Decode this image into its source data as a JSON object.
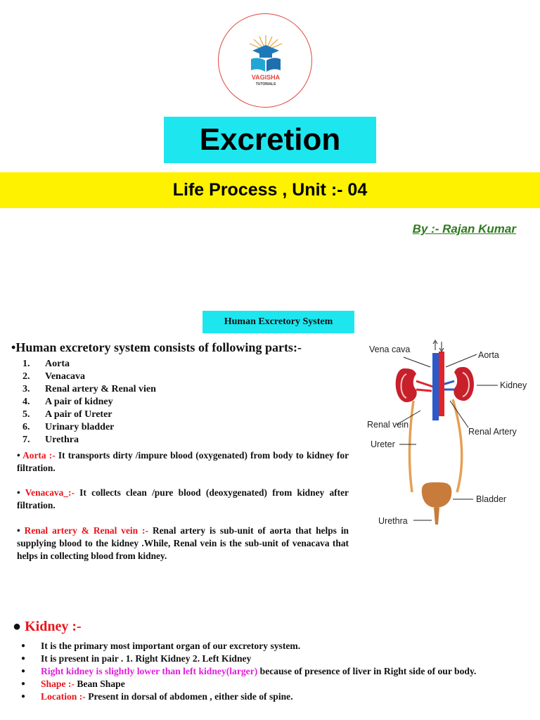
{
  "logo": {
    "brand": "VAGISHA",
    "sub": "TUTORIALS"
  },
  "title": "Excretion",
  "subtitle": "Life Process  , Unit :- 04",
  "author": "By :- Rajan Kumar",
  "section_label": "Human Excretory System",
  "intro": "Human excretory system consists of following parts:-",
  "parts": [
    {
      "num": "1.",
      "text": "Aorta"
    },
    {
      "num": "2.",
      "text": "Venacava"
    },
    {
      "num": "3.",
      "text": "Renal artery & Renal vien"
    },
    {
      "num": "4.",
      "text": "A pair of kidney"
    },
    {
      "num": "5.",
      "text": "A pair of Ureter"
    },
    {
      "num": "6.",
      "text": "Urinary bladder"
    },
    {
      "num": "7.",
      "text": "Urethra"
    }
  ],
  "descriptions": {
    "aorta": {
      "label": "Aorta :-",
      "text": " It transports dirty /impure blood (oxygenated) from body to kidney for filtration."
    },
    "venacava": {
      "label": "Venacava_:-",
      "text": " It collects clean /pure blood (deoxygenated) from kidney after filtration."
    },
    "renal": {
      "label": "Renal artery & Renal vein :-",
      "text": " Renal artery is sub-unit of aorta that helps in supplying blood to the kidney .While, Renal vein is the sub-unit of venacava that helps in collecting blood from kidney."
    }
  },
  "diagram": {
    "labels": {
      "vena_cava": "Vena cava",
      "aorta": "Aorta",
      "kidney": "Kidney",
      "renal_vein": "Renal vein",
      "renal_artery": "Renal Artery",
      "ureter": "Ureter",
      "bladder": "Bladder",
      "urethra": "Urethra"
    }
  },
  "kidney_section": {
    "heading": "Kidney :-",
    "items": {
      "primary": "It is the primary most important  organ of our excretory system.",
      "pair": "It is present in pair . 1. Right Kidney    2. Left Kidney",
      "position_highlight": "Right kidney is slightly lower than left kidney(larger)",
      "position_rest": " because of presence of liver in Right side of our body.",
      "shape_label": "Shape :-",
      "shape_value": " Bean Shape",
      "location_label": "Location :-",
      "location_value": " Present in dorsal of abdomen , either side of spine."
    }
  },
  "colors": {
    "title_bg": "#1ee6ef",
    "subtitle_bg": "#fff200",
    "author": "#2f7a1f",
    "label_red": "#e8141b",
    "highlight_magenta": "#e01cdc"
  }
}
